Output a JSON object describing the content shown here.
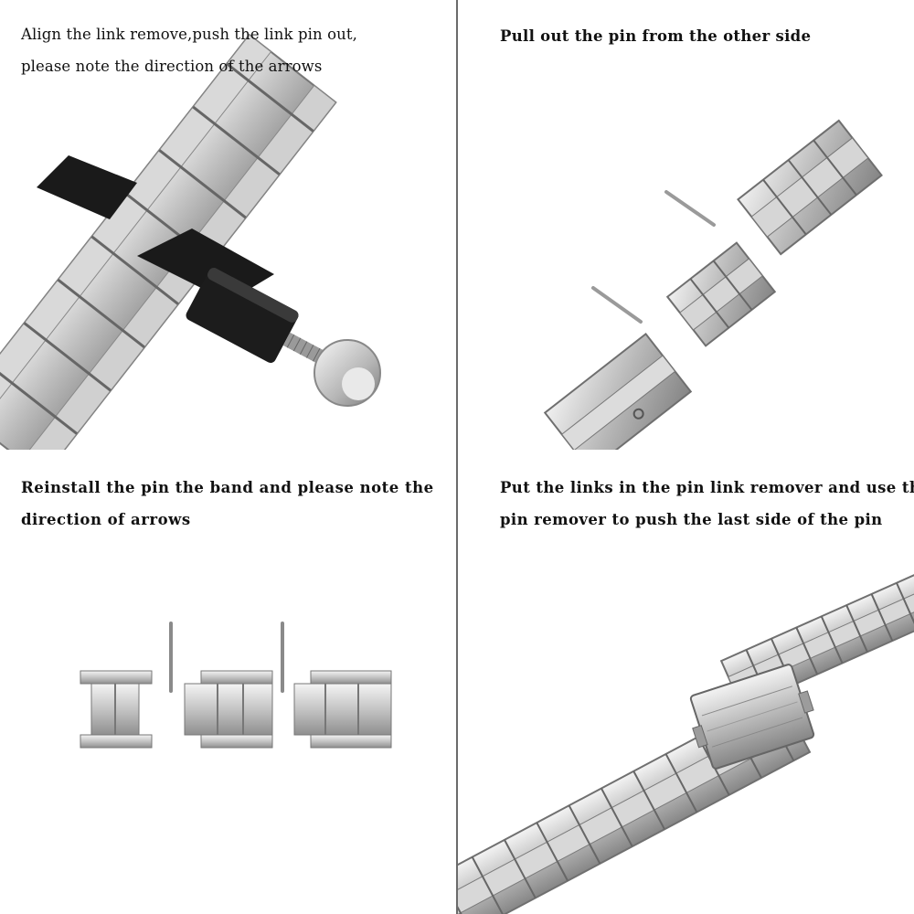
{
  "panels": [
    {
      "caption_lines": [
        "Align the link remove,push the link pin out,",
        "please note the direction of the arrows"
      ],
      "image": "watch-band-link-remover-tool"
    },
    {
      "caption_lines": [
        "Pull out the pin from the other side"
      ],
      "image": "separated-band-links-and-pins"
    },
    {
      "caption_lines": [
        "Reinstall the pin the band and please note the",
        "direction of arrows"
      ],
      "image": "links-with-pins-to-reinstall"
    },
    {
      "caption_lines": [
        "Put the links in the pin link remover and use the",
        "pin remover to push the last side of the pin"
      ],
      "image": "assembled-steel-band-with-clasp"
    }
  ],
  "colors": {
    "steel_light": "#e6e6e6",
    "steel_mid": "#b9b9b9",
    "steel_dark": "#7d7d7d",
    "tool_black": "#1a1a1a",
    "divider": "#6b6b6b"
  }
}
